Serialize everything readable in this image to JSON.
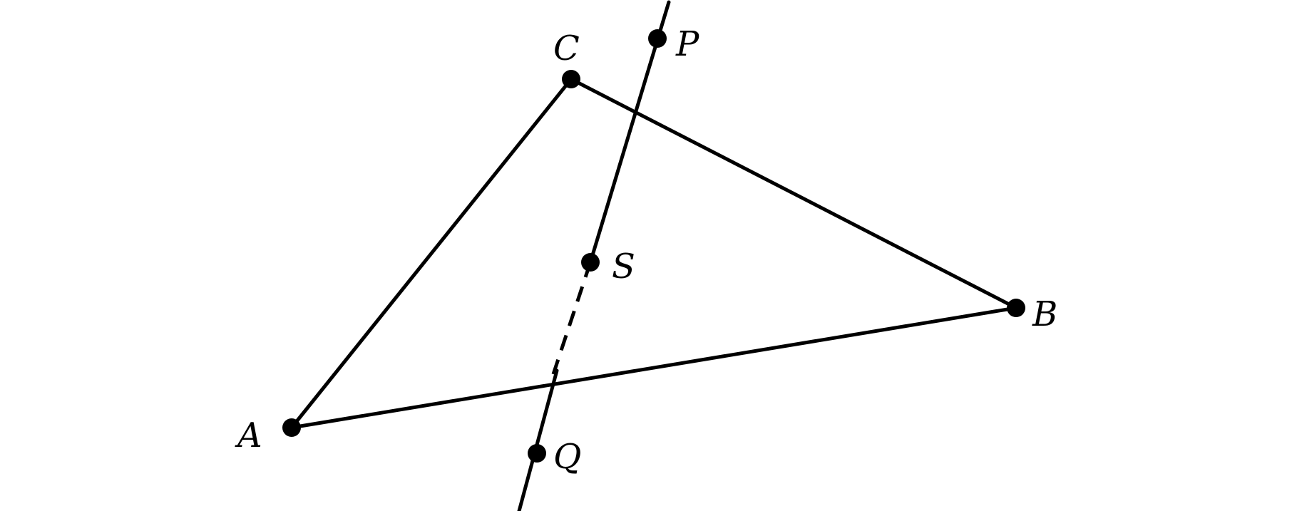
{
  "colors": {
    "stroke": "#000000",
    "background": "#ffffff"
  },
  "points": {
    "A": {
      "label": "A"
    },
    "B": {
      "label": "B"
    },
    "C": {
      "label": "C"
    },
    "P": {
      "label": "P"
    },
    "S": {
      "label": "S"
    },
    "Q": {
      "label": "Q"
    }
  }
}
